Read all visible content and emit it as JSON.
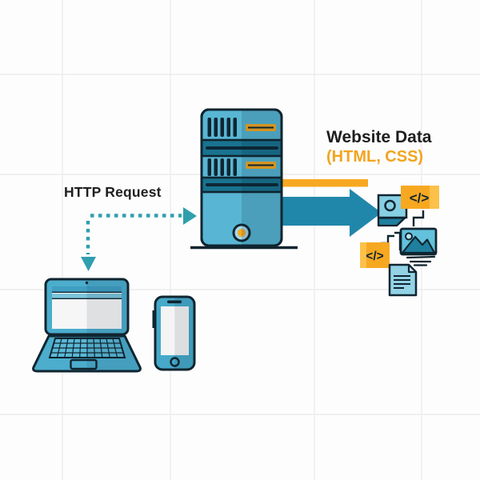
{
  "labels": {
    "request": "HTTP Request",
    "response_title": "Website Data",
    "response_subtitle": "(HTML, CSS)",
    "code_glyph": "</>"
  },
  "icons": {
    "client_devices": [
      "laptop-icon",
      "smartphone-icon"
    ],
    "server": "server-tower-icon",
    "request_arrow": "dashed-teal-arrow",
    "response_arrow": "solid-teal-arrow",
    "website_assets": [
      "code-snippet-icon",
      "user-card-icon",
      "image-file-icon",
      "code-snippet-icon",
      "document-file-icon",
      "steps-decoration",
      "motion-lines"
    ]
  },
  "colors": {
    "background": "#fdfdfd",
    "grid_line": "#ececec",
    "outline": "#102530",
    "teal_light": "#58b6d4",
    "teal_dark": "#3a9dc1",
    "teal_band": "#197390",
    "navy_stripe": "#0e2736",
    "arrow_teal": "#2187aa",
    "dotted_teal": "#2f9fae",
    "orange": "#f7a821",
    "orange_light": "#fbc14b",
    "title_text": "#1e1e1e",
    "subtitle_text": "#f2a41f",
    "card_fill": "#87cfe3",
    "image_fill": "#63c1db",
    "doc_fill": "#93d3e6"
  }
}
